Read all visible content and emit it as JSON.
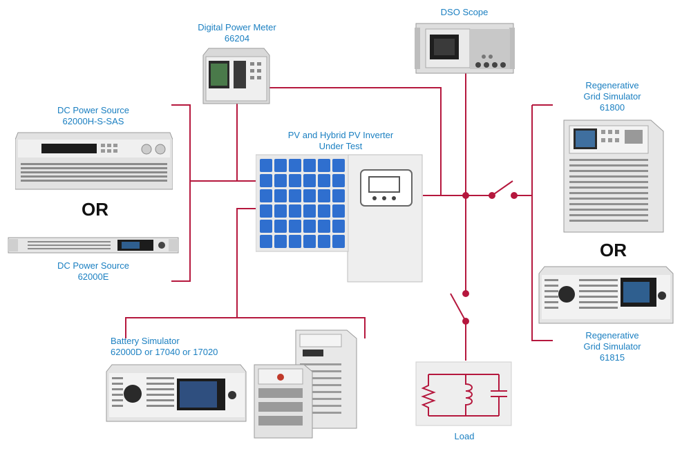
{
  "labels": {
    "power_meter": [
      "Digital Power Meter",
      "66204"
    ],
    "dso": "DSO Scope",
    "dc_source_1": [
      "DC Power Source",
      "62000H-S-SAS"
    ],
    "dc_source_2": [
      "DC Power Source",
      "62000E"
    ],
    "pv_inverter": [
      "PV and Hybrid PV Inverter",
      "Under Test"
    ],
    "battery": [
      "Battery Simulator",
      "62000D or 17040 or 17020"
    ],
    "grid_1": [
      "Regenerative",
      "Grid Simulator",
      "61800"
    ],
    "grid_2": [
      "Regenerative",
      "Grid Simulator",
      "61815"
    ],
    "load": "Load"
  },
  "or_text": "OR",
  "colors": {
    "wire": "#b5173d",
    "label": "#1a7fc1",
    "panel": "#eeeeee",
    "solar": "#2f6fcf"
  }
}
